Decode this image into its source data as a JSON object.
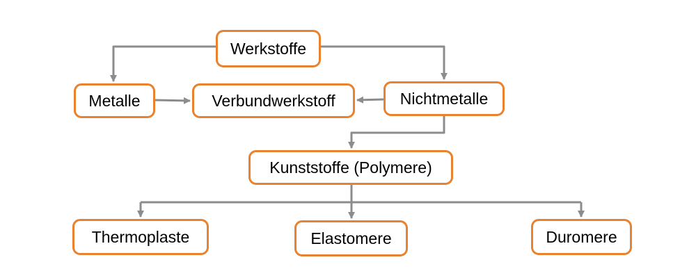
{
  "nodes": {
    "werkstoffe": "Werkstoffe",
    "metalle": "Metalle",
    "verbundwerkstoff": "Verbundwerkstoff",
    "nichtmetalle": "Nichtmetalle",
    "kunststoffe": "Kunststoffe (Polymere)",
    "thermoplaste": "Thermoplaste",
    "elastomere": "Elastomere",
    "duromere": "Duromere"
  },
  "colors": {
    "node_border": "#e8822f",
    "connector": "#8c8c8c",
    "background": "#ffffff"
  }
}
